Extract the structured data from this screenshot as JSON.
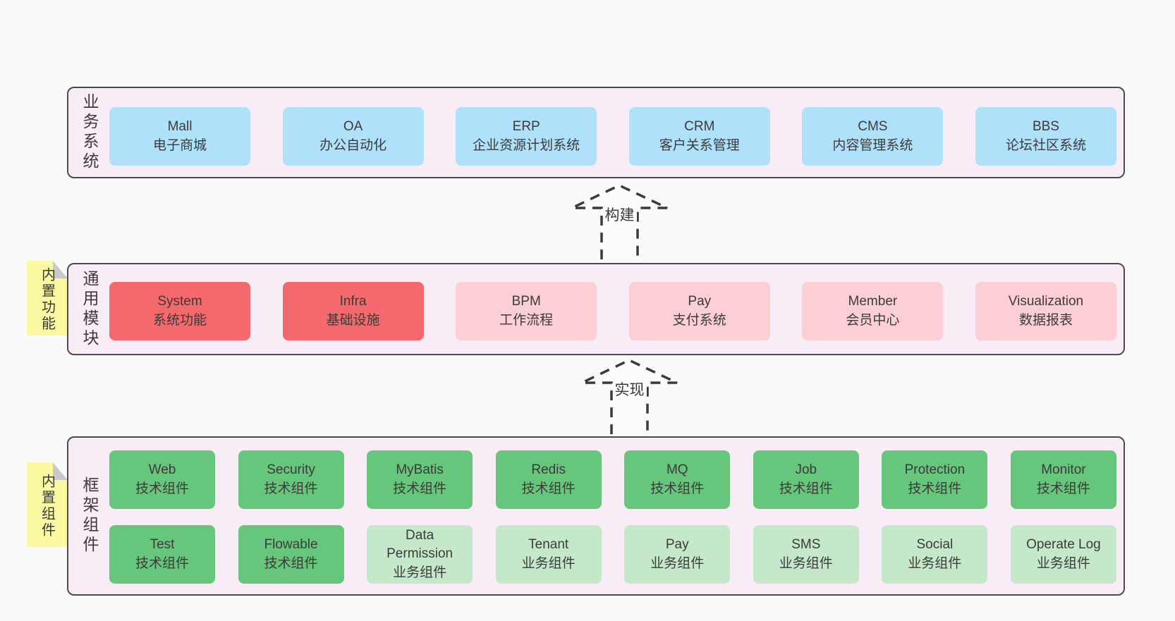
{
  "colors": {
    "page-bg": "#fafafa",
    "band-bg": "#f8edf6",
    "border": "#4e4a4e",
    "text": "#3b3b3b",
    "blue": "#b0e1fb",
    "red": "#f4696c",
    "pink": "#fccfd5",
    "green": "#66c67c",
    "lightgreen": "#c5e8cb",
    "yellow": "#faf8a0",
    "fold": "#c9c9c9",
    "arrow-fill": "#fcfcfc"
  },
  "sections": {
    "business": {
      "label": "业务系统",
      "items": [
        {
          "name": "Mall",
          "desc": "电子商城",
          "variant": "blue"
        },
        {
          "name": "OA",
          "desc": "办公自动化",
          "variant": "blue"
        },
        {
          "name": "ERP",
          "desc": "企业资源计划系统",
          "variant": "blue"
        },
        {
          "name": "CRM",
          "desc": "客户关系管理",
          "variant": "blue"
        },
        {
          "name": "CMS",
          "desc": "内容管理系统",
          "variant": "blue"
        },
        {
          "name": "BBS",
          "desc": "论坛社区系统",
          "variant": "blue"
        }
      ]
    },
    "modules": {
      "label": "通用模块",
      "tab": "内置功能",
      "items": [
        {
          "name": "System",
          "desc": "系统功能",
          "variant": "red"
        },
        {
          "name": "Infra",
          "desc": "基础设施",
          "variant": "red"
        },
        {
          "name": "BPM",
          "desc": "工作流程",
          "variant": "pink"
        },
        {
          "name": "Pay",
          "desc": "支付系统",
          "variant": "pink"
        },
        {
          "name": "Member",
          "desc": "会员中心",
          "variant": "pink"
        },
        {
          "name": "Visualization",
          "desc": "数据报表",
          "variant": "pink"
        }
      ]
    },
    "components": {
      "label": "框架组件",
      "tab": "内置组件",
      "row1": [
        {
          "name": "Web",
          "desc": "技术组件",
          "variant": "green"
        },
        {
          "name": "Security",
          "desc": "技术组件",
          "variant": "green"
        },
        {
          "name": "MyBatis",
          "desc": "技术组件",
          "variant": "green"
        },
        {
          "name": "Redis",
          "desc": "技术组件",
          "variant": "green"
        },
        {
          "name": "MQ",
          "desc": "技术组件",
          "variant": "green"
        },
        {
          "name": "Job",
          "desc": "技术组件",
          "variant": "green"
        },
        {
          "name": "Protection",
          "desc": "技术组件",
          "variant": "green"
        },
        {
          "name": "Monitor",
          "desc": "技术组件",
          "variant": "green"
        }
      ],
      "row2": [
        {
          "name": "Test",
          "desc": "技术组件",
          "variant": "green"
        },
        {
          "name": "Flowable",
          "desc": "技术组件",
          "variant": "green"
        },
        {
          "name": "Data Permission",
          "desc": "业务组件",
          "variant": "lightgreen"
        },
        {
          "name": "Tenant",
          "desc": "业务组件",
          "variant": "lightgreen"
        },
        {
          "name": "Pay",
          "desc": "业务组件",
          "variant": "lightgreen"
        },
        {
          "name": "SMS",
          "desc": "业务组件",
          "variant": "lightgreen"
        },
        {
          "name": "Social",
          "desc": "业务组件",
          "variant": "lightgreen"
        },
        {
          "name": "Operate Log",
          "desc": "业务组件",
          "variant": "lightgreen"
        }
      ]
    }
  },
  "arrows": [
    {
      "label": "构建"
    },
    {
      "label": "实现"
    }
  ]
}
